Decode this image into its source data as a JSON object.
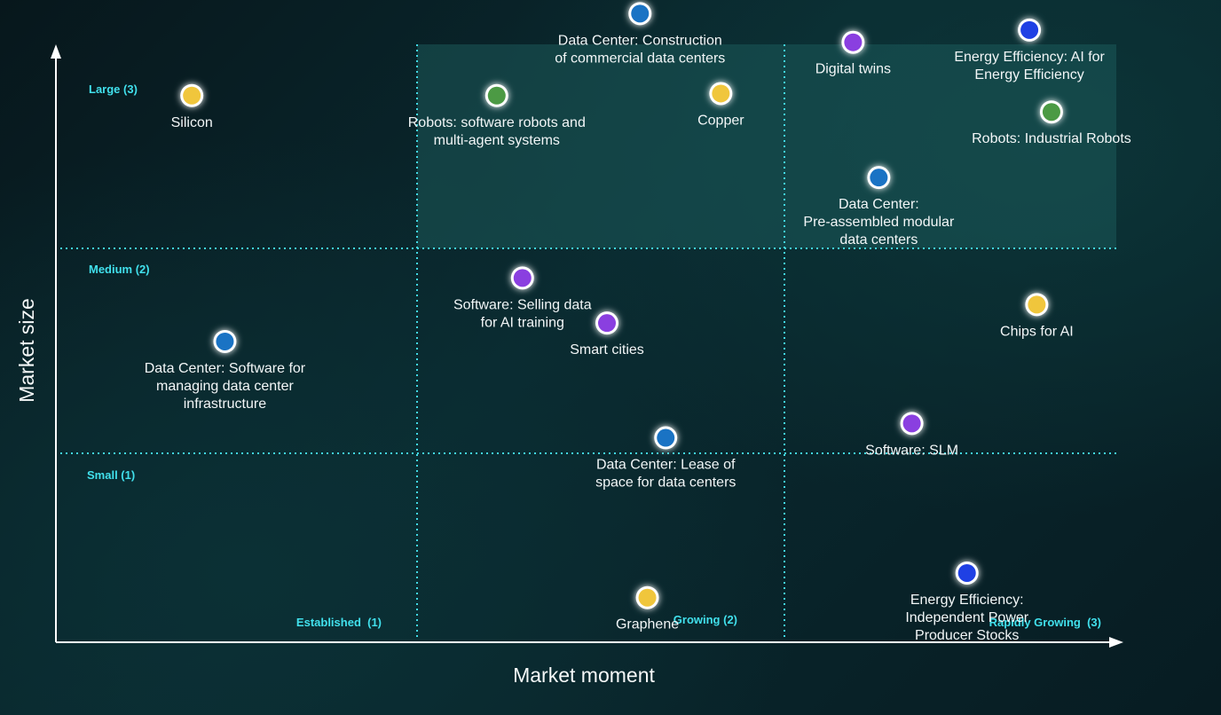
{
  "chart_data": {
    "type": "scatter",
    "xlabel": "Market moment",
    "ylabel": "Market size",
    "x_categories": [
      "Established  (1)",
      "Growing (2)",
      "Rapidly Growing  (3)"
    ],
    "y_categories": [
      "Small (1)",
      "Medium (2)",
      "Large (3)"
    ],
    "xlim": [
      0.5,
      3.5
    ],
    "ylim": [
      0.5,
      3.5
    ],
    "highlight_region": {
      "x": [
        1.5,
        3.5
      ],
      "y": [
        2.5,
        3.5
      ]
    },
    "grid": true,
    "colors": {
      "yellow": "#f0c63c",
      "green": "#4c9a44",
      "blue": "#1a73c4",
      "purple": "#8a3fe0",
      "royal": "#1f40e4",
      "accent": "#41e0ec"
    },
    "points": [
      {
        "label": [
          "Silicon"
        ],
        "x": 0.87,
        "y": 3.25,
        "color": "yellow"
      },
      {
        "label": [
          "Robots: software robots and",
          "multi-agent systems"
        ],
        "x": 1.7,
        "y": 3.25,
        "color": "green"
      },
      {
        "label": [
          "Data Center: Construction",
          "of commercial data centers"
        ],
        "x": 2.09,
        "y": 3.65,
        "color": "blue"
      },
      {
        "label": [
          "Copper"
        ],
        "x": 2.31,
        "y": 3.26,
        "color": "yellow"
      },
      {
        "label": [
          "Digital twins"
        ],
        "x": 2.67,
        "y": 3.51,
        "color": "purple"
      },
      {
        "label": [
          "Energy Efficiency: AI for",
          "Energy Efficiency"
        ],
        "x": 3.15,
        "y": 3.57,
        "color": "royal"
      },
      {
        "label": [
          "Robots: Industrial Robots"
        ],
        "x": 3.21,
        "y": 3.17,
        "color": "green"
      },
      {
        "label": [
          "Data Center:",
          "Pre-assembled modular",
          "data centers"
        ],
        "x": 2.74,
        "y": 2.85,
        "color": "blue"
      },
      {
        "label": [
          "Software: Selling data",
          "for AI training"
        ],
        "x": 1.77,
        "y": 2.36,
        "color": "purple"
      },
      {
        "label": [
          "Smart cities"
        ],
        "x": 2.0,
        "y": 2.14,
        "color": "purple"
      },
      {
        "label": [
          "Data Center: Software for",
          "managing data center",
          "infrastructure"
        ],
        "x": 0.96,
        "y": 2.05,
        "color": "blue"
      },
      {
        "label": [
          "Chips for AI"
        ],
        "x": 3.17,
        "y": 2.23,
        "color": "yellow"
      },
      {
        "label": [
          "Data Center: Lease of",
          "space for data centers"
        ],
        "x": 2.16,
        "y": 1.58,
        "color": "blue"
      },
      {
        "label": [
          "Software: SLM"
        ],
        "x": 2.83,
        "y": 1.65,
        "color": "purple"
      },
      {
        "label": [
          "Graphene"
        ],
        "x": 2.11,
        "y": 0.8,
        "color": "yellow"
      },
      {
        "label": [
          "Energy Efficiency:",
          "Independent Power",
          "Producer Stocks"
        ],
        "x": 2.98,
        "y": 0.92,
        "color": "royal"
      }
    ]
  }
}
